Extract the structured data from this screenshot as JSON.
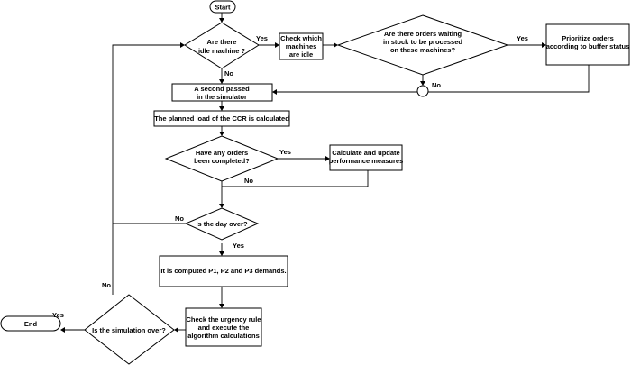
{
  "nodes": {
    "start": {
      "label": "Start"
    },
    "idle_machine": {
      "lines": [
        "Are there",
        "idle machine ?"
      ]
    },
    "check_idle": {
      "lines": [
        "Check which",
        "machines",
        "are idle"
      ]
    },
    "orders_waiting": {
      "lines": [
        "Are there orders waiting",
        "in stock to be processed",
        "on these machines?"
      ]
    },
    "prioritize": {
      "lines": [
        "Prioritize orders",
        "according to buffer status"
      ]
    },
    "second_passed": {
      "lines": [
        "A second passed",
        "in the simulator"
      ]
    },
    "planned_load": {
      "lines": [
        "The planned load of the CCR is calculated"
      ]
    },
    "orders_completed": {
      "lines": [
        "Have any orders",
        "been completed?"
      ]
    },
    "update_measures": {
      "lines": [
        "Calculate and update",
        "performance measures"
      ]
    },
    "day_over": {
      "lines": [
        "Is the day over?"
      ]
    },
    "compute_demands": {
      "lines": [
        "It is computed P1, P2 and P3 demands."
      ]
    },
    "urgency_rule": {
      "lines": [
        "Check the urgency rule",
        "and execute the",
        "algorithm calculations"
      ]
    },
    "simulation_over": {
      "lines": [
        "Is the simulation over?"
      ]
    },
    "end": {
      "label": "End"
    }
  },
  "edge_labels": {
    "idle_yes": "Yes",
    "idle_no": "No",
    "orders_waiting_yes": "Yes",
    "orders_waiting_no": "No",
    "completed_yes": "Yes",
    "completed_no": "No",
    "day_over_no": "No",
    "day_over_yes": "Yes",
    "simulation_no": "No",
    "simulation_yes": "Yes"
  }
}
